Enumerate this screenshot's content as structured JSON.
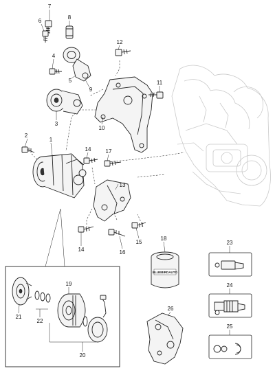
{
  "callouts": {
    "c1": "1",
    "c2": "2",
    "c3": "3",
    "c4": "4",
    "c5": "5",
    "c6": "6",
    "c7": "7",
    "c8": "8",
    "c9": "9",
    "c10": "10",
    "c11": "11",
    "c12": "12",
    "c13": "13",
    "c14a": "14",
    "c14b": "14",
    "c15": "15",
    "c16": "16",
    "c17": "17",
    "c18": "18",
    "c19": "19",
    "c20": "20",
    "c21": "21",
    "c22": "22",
    "c23": "23",
    "c24": "24",
    "c25": "25",
    "c26": "26"
  },
  "filter_label": "BLUEBIRDAUTO"
}
